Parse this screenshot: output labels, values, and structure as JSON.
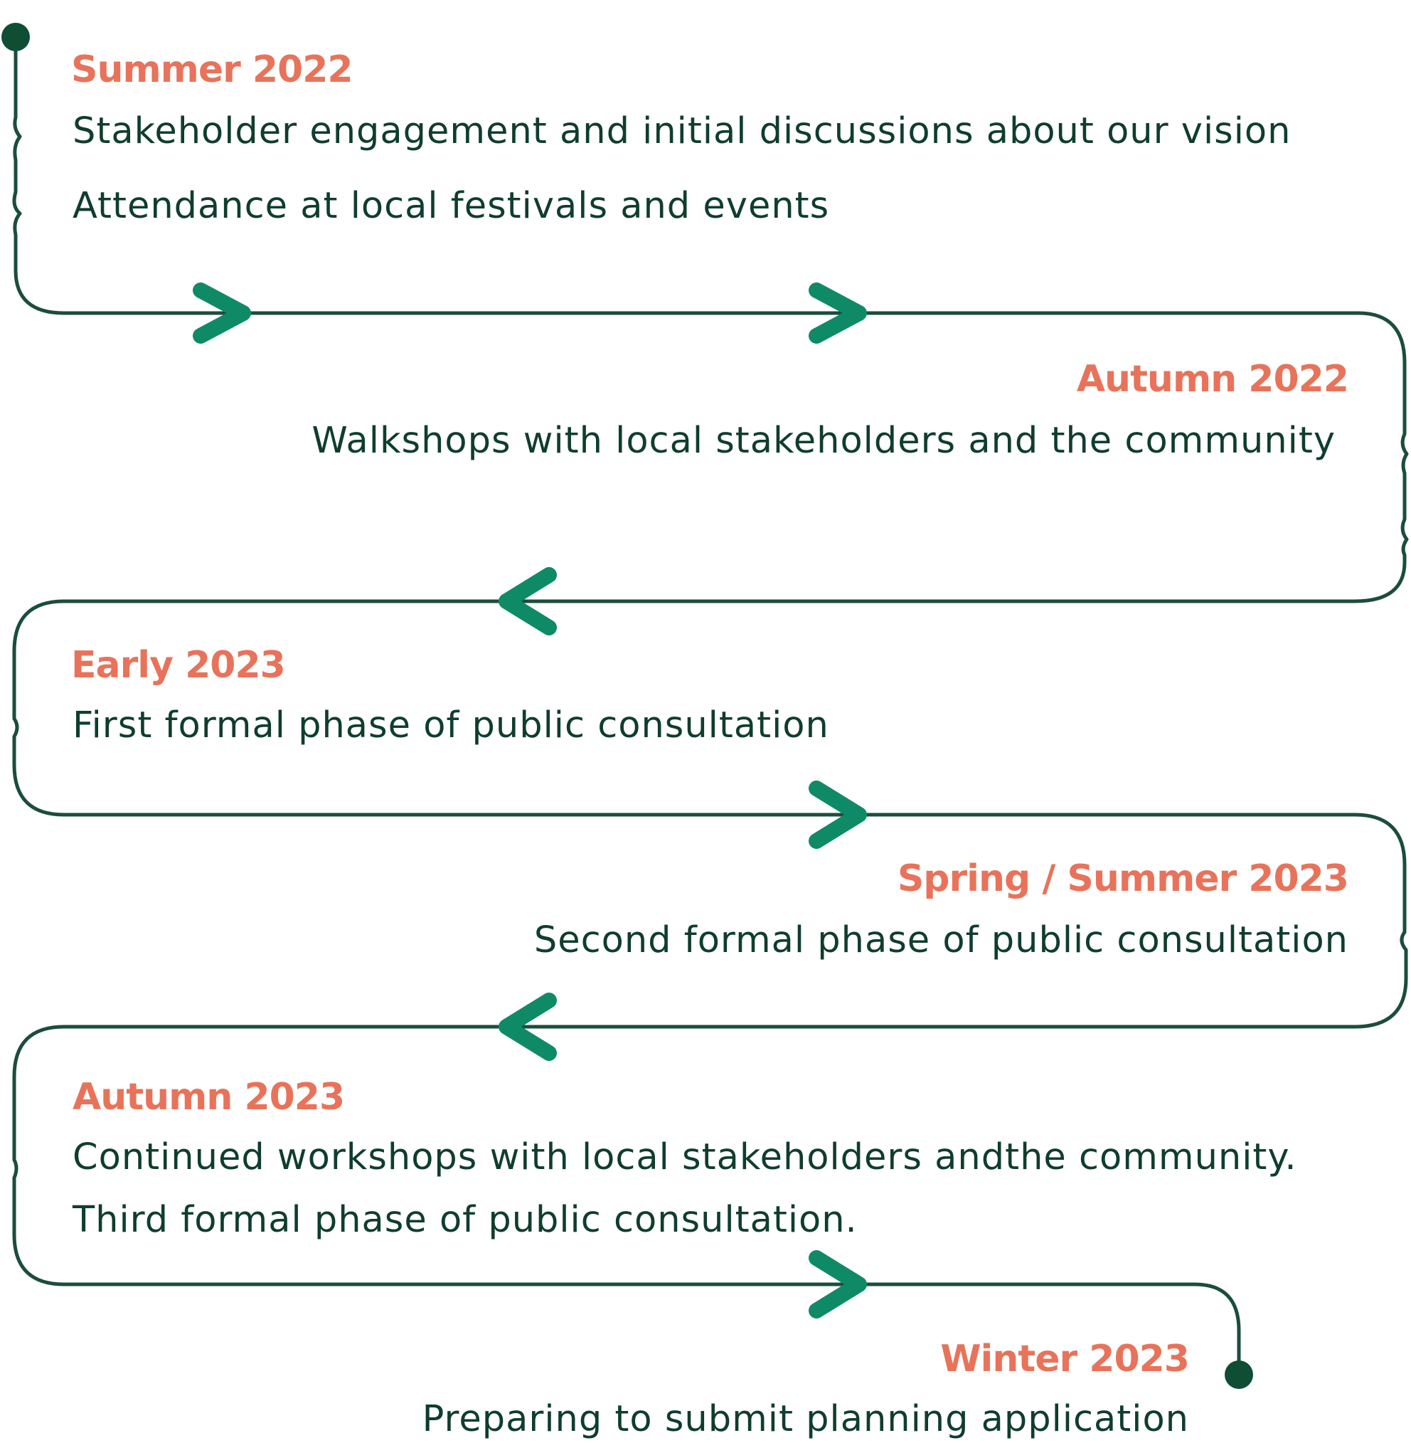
{
  "colors": {
    "path": "#1b4d3b",
    "arrow": "#0f8a67",
    "dot": "#0f4d35",
    "heading": "#e8735a",
    "text": "#0f3d2e"
  },
  "milestones": [
    {
      "period": "Summer 2022",
      "lines": [
        "Stakeholder engagement and initial discussions about our vision",
        "Attendance at local festivals and events"
      ]
    },
    {
      "period": "Autumn 2022",
      "lines": [
        "Walkshops with local stakeholders and the community"
      ]
    },
    {
      "period": "Early 2023",
      "lines": [
        "First formal phase of public consultation"
      ]
    },
    {
      "period": "Spring / Summer  2023",
      "lines": [
        "Second formal phase of public consultation"
      ]
    },
    {
      "period": "Autumn 2023",
      "lines": [
        "Continued workshops with local stakeholders andthe community.",
        "Third formal phase of public consultation."
      ]
    },
    {
      "period": "Winter 2023",
      "lines": [
        "Preparing to submit planning application"
      ]
    }
  ],
  "icons": {
    "start": "start-dot-icon",
    "end": "end-dot-icon",
    "right": "chevron-right-icon",
    "left": "chevron-left-icon"
  }
}
